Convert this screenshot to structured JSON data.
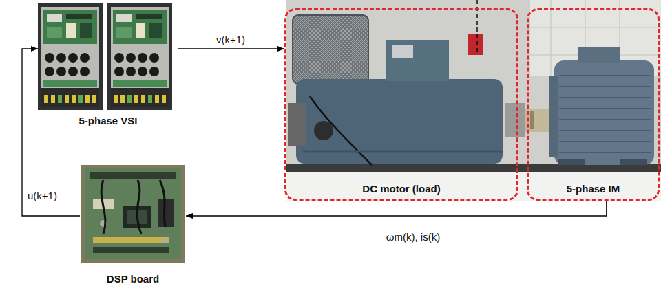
{
  "diagram": {
    "nodes": [
      {
        "text": [
          "5-phase VSI"
        ]
      },
      {
        "text": [
          "DC motor (load)"
        ]
      },
      {
        "text": [
          "5-phase IM"
        ]
      },
      {
        "text": [
          "DSP board"
        ]
      }
    ],
    "edges": [
      {
        "from": 0,
        "to": 1,
        "arrow": "to",
        "label": "v(k+1)"
      },
      {
        "from": 2,
        "to": 3,
        "arrow": "to",
        "label": "ωm(k), is(k)"
      },
      {
        "from": 3,
        "to": 0,
        "arrow": "to",
        "label": "u(k+1)"
      }
    ]
  }
}
